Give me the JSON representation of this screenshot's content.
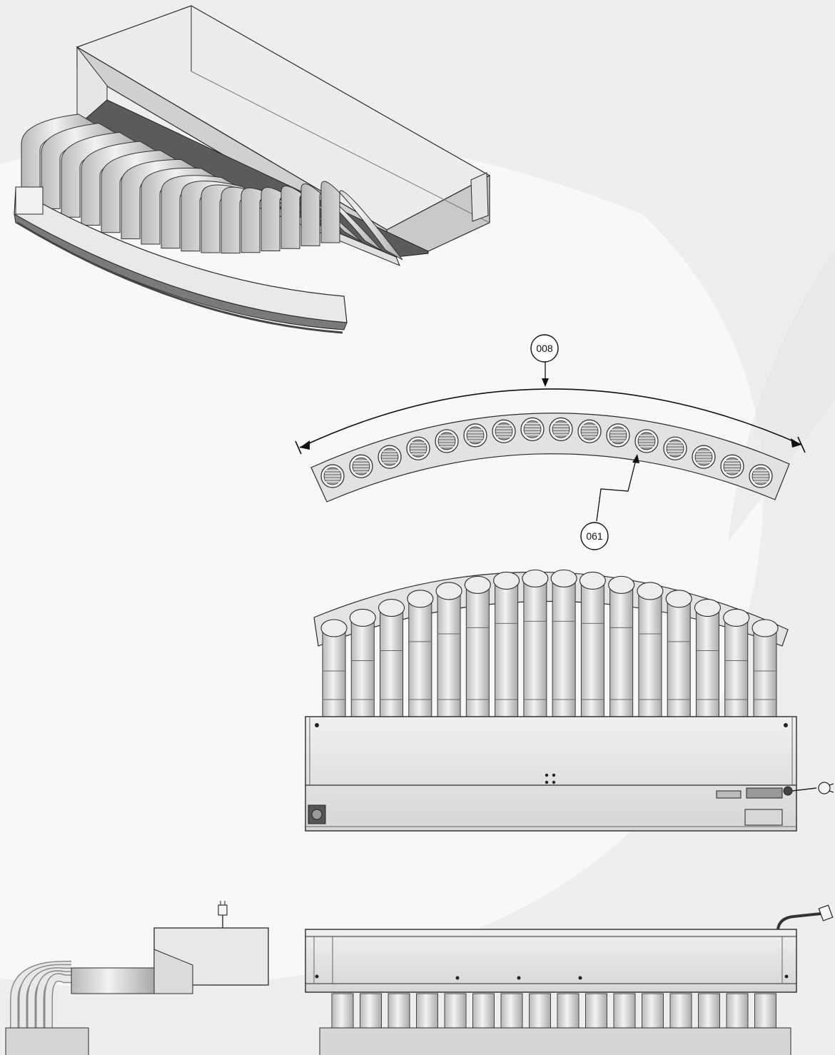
{
  "callouts": [
    {
      "id": "arc-length",
      "label": "008"
    },
    {
      "id": "grille",
      "label": "061"
    }
  ],
  "diagram": {
    "grille_count": 16,
    "pipe_count": 16
  },
  "colors": {
    "background": "#eeeeee",
    "background_swoosh": "#f8f8f8",
    "housing_light": "#e2e2e2",
    "housing_face": "#cfcfcf",
    "housing_dark": "#5f5f5f",
    "pipe": "#d9d9d9",
    "pipe_shade": "#bdbdbd",
    "line": "#2a2a2a"
  }
}
